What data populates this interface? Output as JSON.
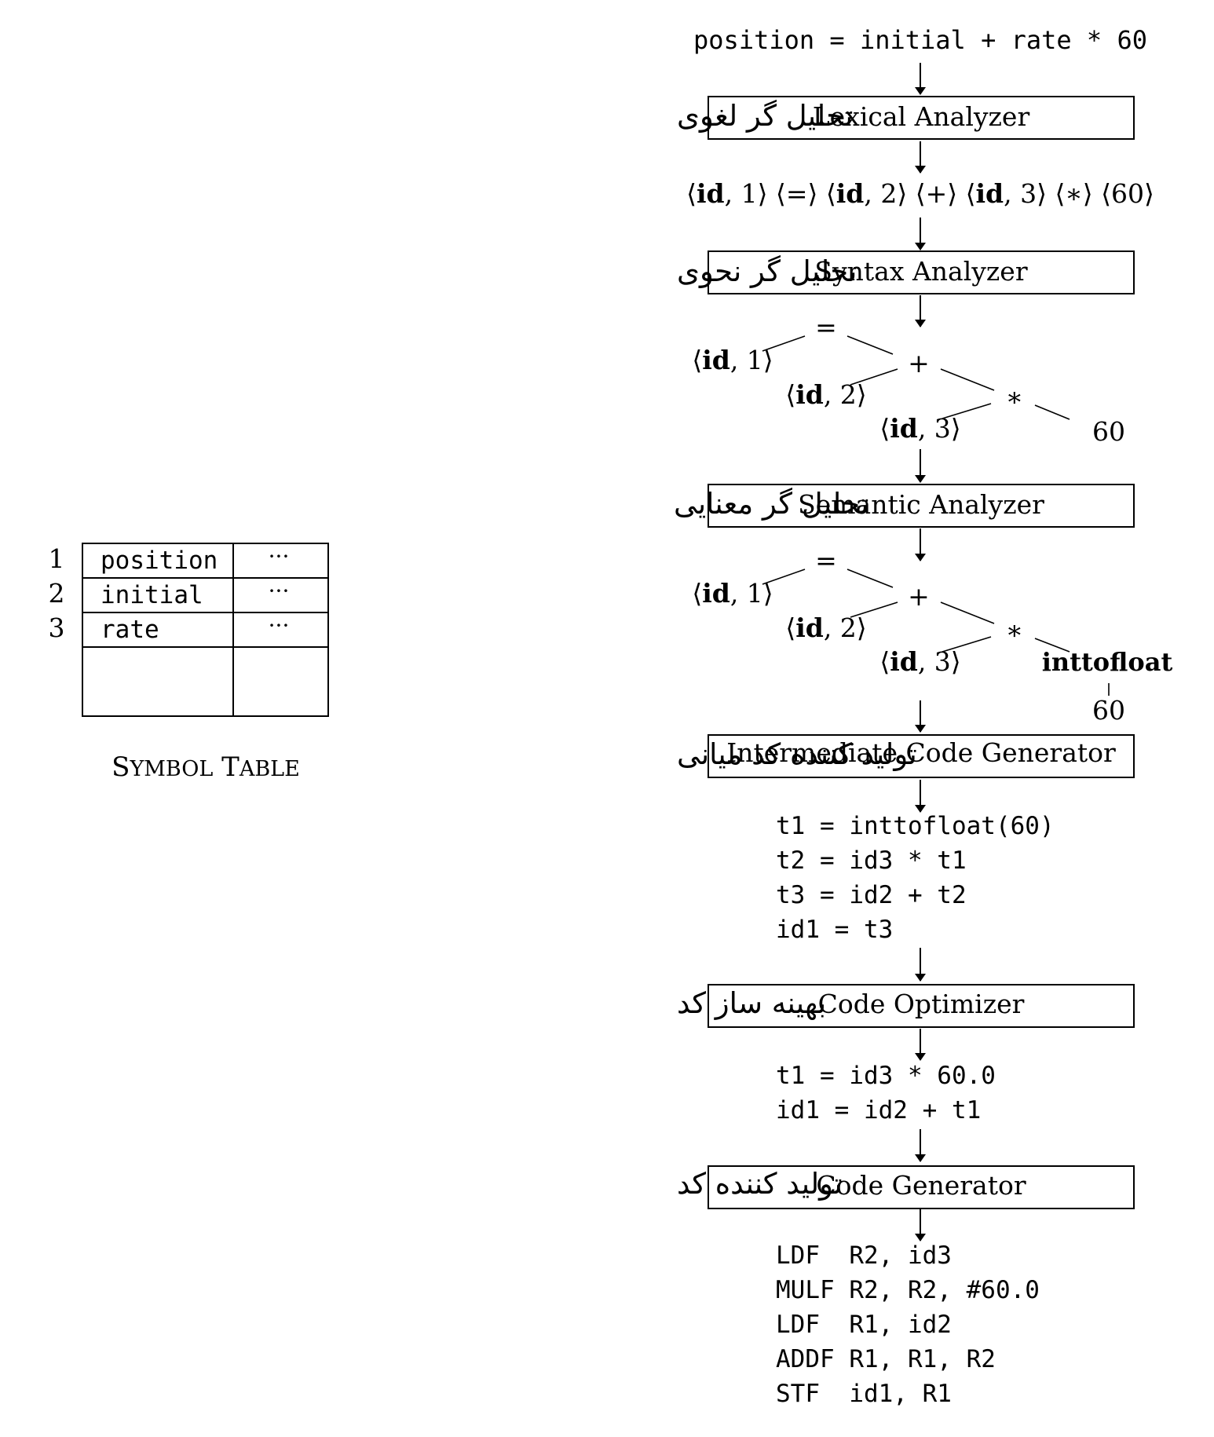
{
  "source_expression": "position = initial + rate * 60",
  "phases": [
    {
      "name": "Lexical Analyzer",
      "persian": "تحلیل گر لغوی"
    },
    {
      "name": "Syntax Analyzer",
      "persian": "تحلیل گر نحوی"
    },
    {
      "name": "Semantic Analyzer",
      "persian": "تحلیل گر معنایی"
    },
    {
      "name": "Intermediate Code Generator",
      "persian": "تولید کننده کد میانی"
    },
    {
      "name": "Code Optimizer",
      "persian": "بهینه ساز کد"
    },
    {
      "name": "Code Generator",
      "persian": "تولید کننده کد"
    }
  ],
  "tokens": [
    {
      "kind": "id",
      "num": "1"
    },
    {
      "kind": "op",
      "text": "="
    },
    {
      "kind": "id",
      "num": "2"
    },
    {
      "kind": "op",
      "text": "+"
    },
    {
      "kind": "id",
      "num": "3"
    },
    {
      "kind": "op",
      "text": "∗"
    },
    {
      "kind": "op",
      "text": "60"
    }
  ],
  "syntax_tree": {
    "id1": "1",
    "id2": "2",
    "id3": "3",
    "assign": "=",
    "plus": "+",
    "times": "∗",
    "number": "60"
  },
  "semantic_tree": {
    "id1": "1",
    "id2": "2",
    "id3": "3",
    "assign": "=",
    "plus": "+",
    "times": "∗",
    "conversion": "inttofloat",
    "number": "60"
  },
  "id_label": "id",
  "intermediate_code": [
    "t1 = inttofloat(60)",
    "t2 = id3 * t1",
    "t3 = id2 + t2",
    "id1 = t3"
  ],
  "optimized_code": [
    "t1 = id3 * 60.0",
    "id1 = id2 + t1"
  ],
  "target_code": [
    "LDF  R2, id3",
    "MULF R2, R2, #60.0",
    "LDF  R1, id2",
    "ADDF R1, R1, R2",
    "STF  id1, R1"
  ],
  "symbol_table": {
    "rows": [
      {
        "index": "1",
        "name": "position",
        "info": "···"
      },
      {
        "index": "2",
        "name": "initial",
        "info": "···"
      },
      {
        "index": "3",
        "name": "rate",
        "info": "···"
      }
    ],
    "caption_words": [
      {
        "first": "S",
        "rest": "YMBOL"
      },
      {
        "first": "T",
        "rest": "ABLE"
      }
    ]
  },
  "colors": {
    "ink": "#000000",
    "background": "#ffffff"
  }
}
